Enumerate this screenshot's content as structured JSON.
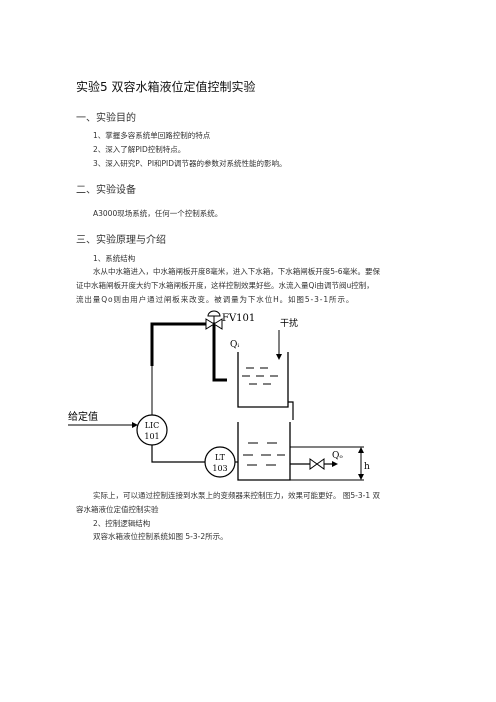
{
  "title": "实验5 双容水箱液位定值控制实验",
  "sections": {
    "s1": {
      "heading": "一、实验目的",
      "items": [
        "1、掌握多容系统单回路控制的特点",
        "2、深入了解PID控制特点。",
        "3、深入研究P、PI和PID调节器的参数对系统性能的影响。"
      ]
    },
    "s2": {
      "heading": "二、实验设备",
      "text": "A3000现场系统，任何一个控制系统。"
    },
    "s3": {
      "heading": "三、实验原理与介绍",
      "sub1": "1、系统结构",
      "para1_l1": "水从中水箱进入，中水箱闸板开度8毫米，进入下水箱，下水箱闸板开度5-6毫米。要保",
      "para1_l2": "证中水箱闸板开度大约下水箱闸板开度，这样控制效果好些。水流入量Qi由调节阀u控制，",
      "para1_l3": "流出量Qo则由用户通过闸板来改变。被调量为下水位H。如图5-3-1所示。",
      "para2_l1": "实际上，可以通过控制连接到水泵上的变频器来控制压力，效果可能更好。 图5-3-1 双",
      "para2_l2": "容水箱液位定值控制实验",
      "sub2": "2、控制逻辑结构",
      "para3": "双容水箱液位控制系统如图 5-3-2所示。"
    }
  },
  "diagram": {
    "valve_label": "FV101",
    "disturbance_label": "干扰",
    "qi_label": "Qᵢ",
    "qo_label": "Qₒ",
    "setpoint_label": "给定值",
    "controller_tag": "LIC",
    "controller_num": "101",
    "transmitter_tag": "LT",
    "transmitter_num": "103",
    "level_label": "h"
  }
}
